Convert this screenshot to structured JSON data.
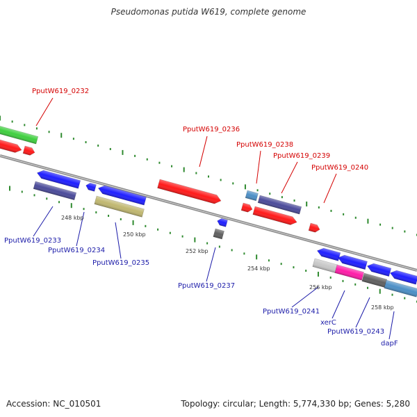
{
  "title": "Pseudomonas putida W619, complete genome",
  "footer": {
    "accession": "Accession: NC_010501",
    "summary": "Topology: circular; Length: 5,774,330 bp; Genes: 5,280"
  },
  "colors": {
    "forward_label": "#d40000",
    "reverse_label": "#1a1aa8",
    "backbone": "#8c8c8c",
    "tick": "#2f8a2f",
    "cds_red": "#ff1a1a",
    "cds_blue": "#1f1fff",
    "cds_dark": "#4b4b9a",
    "cds_olive": "#c0b770",
    "cds_green": "#3fcf3f",
    "cds_steel": "#4c8fc6",
    "cds_magenta": "#ff1ca8",
    "cds_grey": "#606060",
    "cds_silver": "#c8c8c8"
  },
  "scale_labels": [
    "248 kbp",
    "250 kbp",
    "252 kbp",
    "254 kbp",
    "256 kbp",
    "258 kbp"
  ],
  "gene_labels": [
    {
      "text": "PputW619_0232",
      "strand": "forward"
    },
    {
      "text": "PputW619_0236",
      "strand": "forward"
    },
    {
      "text": "PputW619_0238",
      "strand": "forward"
    },
    {
      "text": "PputW619_0239",
      "strand": "forward"
    },
    {
      "text": "PputW619_0240",
      "strand": "forward"
    },
    {
      "text": "PputW619_0233",
      "strand": "reverse"
    },
    {
      "text": "PputW619_0234",
      "strand": "reverse"
    },
    {
      "text": "PputW619_0235",
      "strand": "reverse"
    },
    {
      "text": "PputW619_0237",
      "strand": "reverse"
    },
    {
      "text": "PputW619_0241",
      "strand": "reverse"
    },
    {
      "text": "xerC",
      "strand": "reverse"
    },
    {
      "text": "PputW619_0243",
      "strand": "reverse"
    },
    {
      "text": "dapF",
      "strand": "reverse"
    }
  ]
}
